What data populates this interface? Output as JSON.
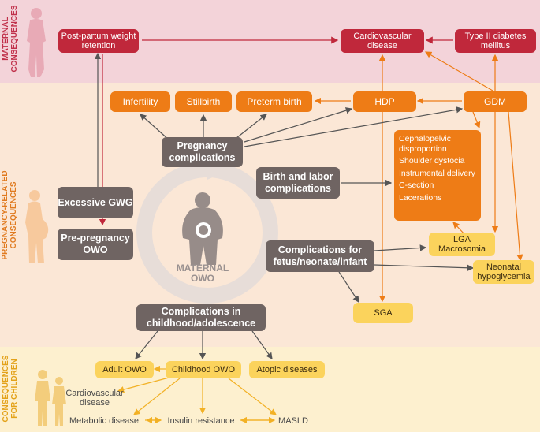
{
  "bands": {
    "maternal": "MATERNAL\nCONSEQUENCES",
    "pregnancy": "PREGNANCY-RELATED\nCONSEQUENCES",
    "children": "CONSEQUENCES\nFOR CHILDREN"
  },
  "maternal": {
    "postpartum": "Post-partum weight retention",
    "cardiovascular": "Cardiovascular disease",
    "diabetes": "Type II diabetes mellitus"
  },
  "pregnancy": {
    "infertility": "Infertility",
    "stillbirth": "Stillbirth",
    "preterm": "Preterm birth",
    "hdp": "HDP",
    "gdm": "GDM",
    "pregnancy_complications": "Pregnancy complications",
    "birth_labor": "Birth and labor complications",
    "excessive_gwg": "Excessive GWG",
    "prepregnancy_owo": "Pre-pregnancy OWO",
    "fetus_complications": "Complications for fetus/neonate/infant",
    "childhood_complications": "Complications in childhood/adolescence",
    "lga": "LGA Macrosomia",
    "neonatal": "Neonatal hypoglycemia",
    "sga": "SGA",
    "center_line1": "MATERNAL",
    "center_line2": "OWO",
    "birth_list": [
      "Cephalopelvic disproportion",
      "Shoulder dystocia",
      "Instrumental delivery",
      "C-section",
      "Lacerations"
    ]
  },
  "children": {
    "adult_owo": "Adult OWO",
    "childhood_owo": "Childhood OWO",
    "atopic": "Atopic diseases",
    "cardio": "Cardiovascular disease",
    "metabolic": "Metabolic disease",
    "insulin": "Insulin resistance",
    "masld": "MASLD"
  },
  "colors": {
    "maternal_band": "#f3d3d9",
    "pregnancy_band": "#fbe7d6",
    "children_band": "#fdf0cf",
    "red_node": "#c0283b",
    "orange_node": "#ee7c16",
    "gray_node": "#6f6462",
    "yellow_node": "#fbd35c"
  }
}
